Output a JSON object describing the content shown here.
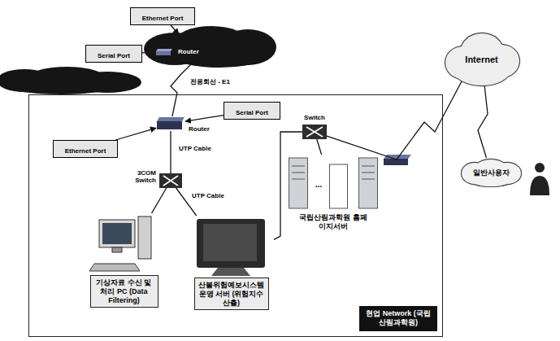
{
  "diagram": {
    "nodes": [
      {
        "text": [
          "Ethernet Port"
        ]
      },
      {
        "text": [
          "Router"
        ]
      },
      {
        "text": [
          "Serial Port"
        ]
      },
      {
        "text": [
          "현업 Network (국립산림과학원)"
        ]
      },
      {
        "text": [
          "Serial Port"
        ],
        "in": 3
      },
      {
        "text": [
          "Router"
        ],
        "in": 3
      },
      {
        "text": [
          "Ethernet Port"
        ],
        "in": 3
      },
      {
        "text": [
          "3COM Switch"
        ],
        "in": 3
      },
      {
        "text": [
          "Switch"
        ],
        "in": 3
      },
      {
        "text": [
          "기상자료 수신 및 처리 PC (Data Filtering)"
        ],
        "in": 3
      },
      {
        "text": [
          "산불위험예보시스템 운영 서버 (위험지수 산출)"
        ],
        "in": 3
      },
      {
        "text": [
          "국립산림과학원 홈페이지서버"
        ],
        "in": 3
      },
      {
        "text": [
          "Internet"
        ]
      },
      {
        "text": [
          "일반사용자"
        ]
      }
    ],
    "edges": [
      {
        "from": 0,
        "to": 1,
        "arrow": "to"
      },
      {
        "from": 2,
        "to": 1,
        "arrow": "to"
      },
      {
        "from": 1,
        "to": 5,
        "label": "전용회선 - E1",
        "arrow": "none"
      },
      {
        "from": 4,
        "to": 5,
        "arrow": "to"
      },
      {
        "from": 6,
        "to": 5,
        "arrow": "to"
      },
      {
        "from": 5,
        "to": 7,
        "label": "UTP Cable",
        "arrow": "none"
      },
      {
        "from": 7,
        "to": 9,
        "arrow": "none"
      },
      {
        "from": 7,
        "to": 10,
        "label": "UTP Cable",
        "arrow": "none"
      },
      {
        "from": 10,
        "to": 8,
        "arrow": "none"
      },
      {
        "from": 8,
        "to": 11,
        "arrow": "none"
      },
      {
        "from": 8,
        "to": 12,
        "arrow": "none"
      },
      {
        "from": 12,
        "to": 13,
        "arrow": "none"
      }
    ],
    "labels": [
      "..."
    ]
  }
}
